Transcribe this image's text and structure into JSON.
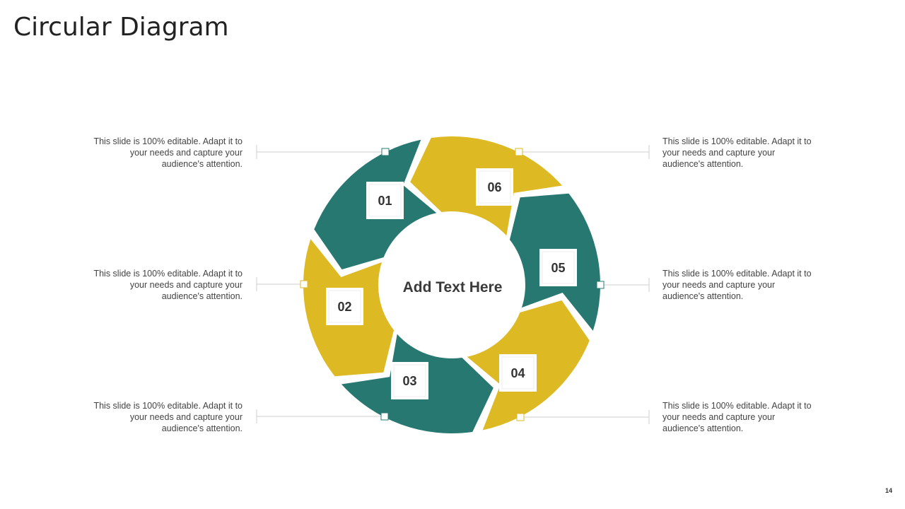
{
  "slide": {
    "title": "Circular Diagram",
    "page_number": "14"
  },
  "center": {
    "label": "Add Text Here"
  },
  "colors": {
    "teal": "#287872",
    "gold": "#DDBA24",
    "connector": "#CFCFCF"
  },
  "segments": [
    {
      "number": "01",
      "color": "teal"
    },
    {
      "number": "02",
      "color": "gold"
    },
    {
      "number": "03",
      "color": "teal"
    },
    {
      "number": "04",
      "color": "gold"
    },
    {
      "number": "05",
      "color": "teal"
    },
    {
      "number": "06",
      "color": "gold"
    }
  ],
  "descriptions": {
    "top_left": "This slide is 100% editable. Adapt it to your needs and capture your audience's attention.",
    "middle_left": "This slide is 100% editable. Adapt it to your needs and capture your audience's attention.",
    "bottom_left": "This slide is 100% editable. Adapt it to your needs and capture your audience's attention.",
    "top_right": "This slide is 100% editable. Adapt it to your needs and capture your audience's attention.",
    "middle_right": "This slide is 100% editable. Adapt it to your needs and capture your audience's attention.",
    "bottom_right": "This slide is 100% editable. Adapt it to your needs and capture your audience's attention."
  }
}
